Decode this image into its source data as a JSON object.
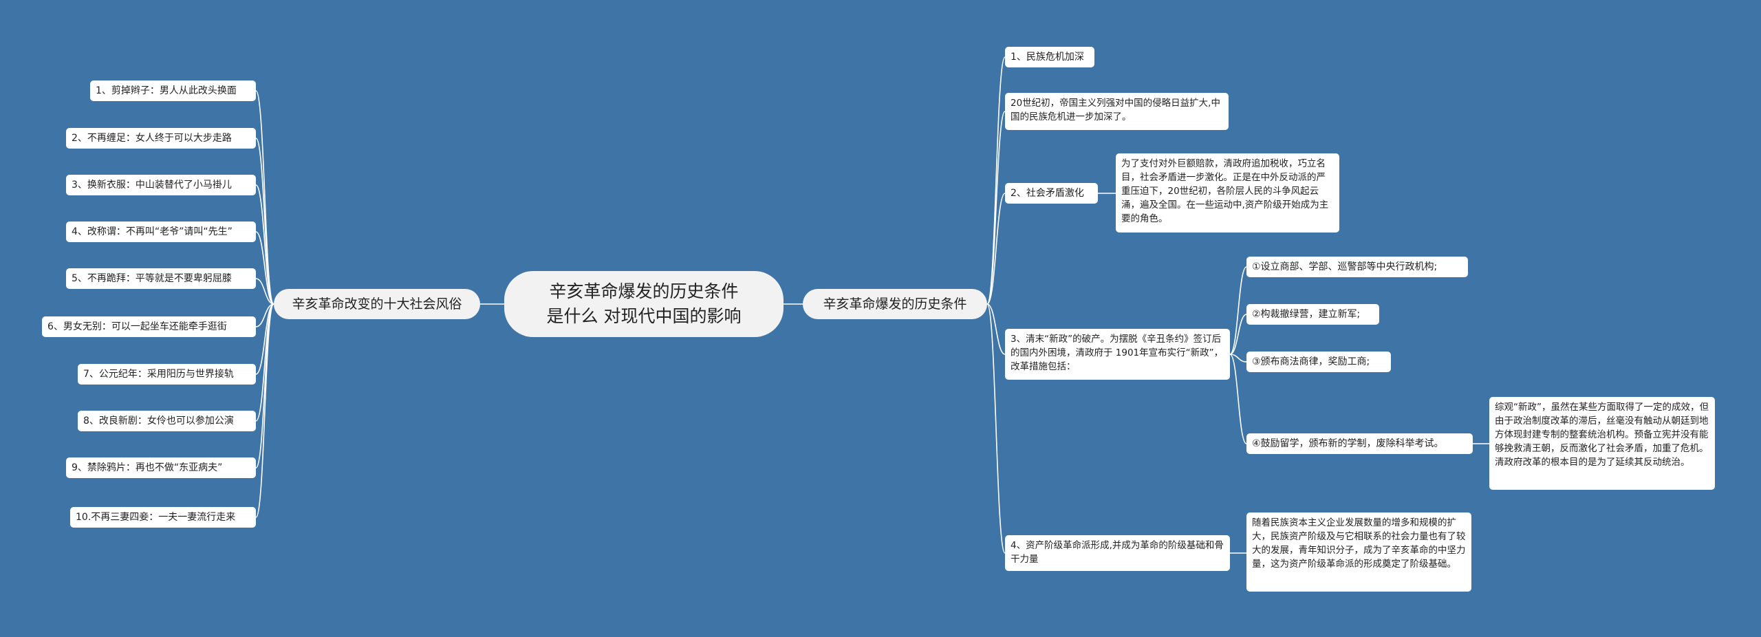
{
  "colors": {
    "background": "#3f74a6",
    "line": "#ffffff",
    "node": "#ffffff",
    "root": "#f2f2f2"
  },
  "root": {
    "line1": "辛亥革命爆发的历史条件",
    "line2": "是什么 对现代中国的影响"
  },
  "left": {
    "title": "辛亥革命改变的十大社会风俗",
    "items": [
      "1、剪掉辫子：男人从此改头换面",
      "2、不再缠足：女人终于可以大步走路",
      "3、换新衣服：中山装替代了小马褂儿",
      "4、改称谓：不再叫“老爷”请叫“先生”",
      "5、不再跪拜：平等就是不要卑躬屈膝",
      "6、男女无别：可以一起坐车还能牵手逛街",
      "7、公元纪年：采用阳历与世界接轨",
      "8、改良新剧：女伶也可以参加公演",
      "9、禁除鸦片：再也不做“东亚病夫”",
      "10.不再三妻四妾：一夫一妻流行走来"
    ]
  },
  "right": {
    "title": "辛亥革命爆发的历史条件",
    "n1": "1、民族危机加深",
    "n1_detail": "20世纪初，帝国主义列强对中国的侵略日益扩大,中国的民族危机进一步加深了。",
    "n2": "2、社会矛盾激化",
    "n2_detail": "为了支付对外巨额赔款，清政府追加税收，巧立名目，社会矛盾进一步激化。正是在中外反动派的严重压迫下，20世纪初，各阶层人民的斗争风起云涌，遍及全国。在一些运动中,资产阶级开始成为主要的角色。",
    "n3": "3、清末“新政”的破产。为摆脱《辛丑条约》签订后的国内外困境，清政府于 1901年宣布实行“新政”，改革措施包括：",
    "n3_items": [
      "①设立商部、学部、巡警部等中央行政机构;",
      "②构裁撤绿营，建立新军;",
      "③颁布商法商律，奖励工商;",
      "④鼓励留学，颁布新的学制，废除科举考试。"
    ],
    "n3_detail": "综观“新政”，虽然在某些方面取得了一定的成效，但由于政治制度改革的滞后，丝毫没有触动从朝廷到地方体现封建专制的整套统治机构。预备立宪并没有能够挽救清王朝，反而激化了社会矛盾，加重了危机。清政府改革的根本目的是为了延续其反动统治。",
    "n4": "4、资产阶级革命派形成,并成为革命的阶级基础和骨干力量",
    "n4_detail": "随着民族资本主义企业发展数量的增多和规模的扩大，民族资产阶级及与它相联系的社会力量也有了较大的发展，青年知识分子，成为了辛亥革命的中坚力量，这为资产阶级革命派的形成奠定了阶级基础。"
  }
}
